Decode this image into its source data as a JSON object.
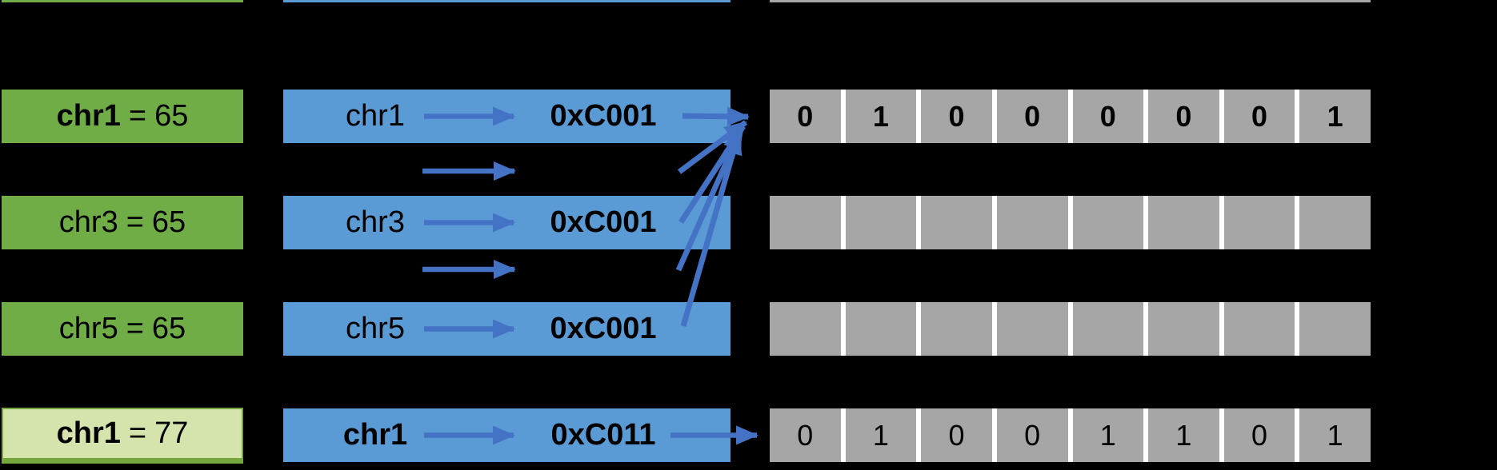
{
  "colors": {
    "background": "#000000",
    "variable_green": "#70AD47",
    "variable_green_light": "#D5E3AC",
    "variable_green_border": "#76A73F",
    "pointer_blue": "#5B9BD5",
    "memory_gray": "#A6A6A6",
    "arrow_blue": "#4472C4",
    "separator_white": "#FFFFFF",
    "text_black": "#000000"
  },
  "rows": [
    {
      "variable": {
        "name": "chr1",
        "eq": "=",
        "value": "65"
      },
      "pointer": {
        "label": "chr1",
        "address": "0xC001"
      },
      "memory": {
        "bits": [
          "0",
          "1",
          "0",
          "0",
          "0",
          "0",
          "0",
          "1"
        ]
      }
    },
    {
      "variable": {
        "name": "chr3",
        "eq": "=",
        "value": "65"
      },
      "pointer": {
        "label": "chr3",
        "address": "0xC001"
      },
      "memory": {
        "bits": [
          "",
          "",
          "",
          "",
          "",
          "",
          "",
          ""
        ]
      }
    },
    {
      "variable": {
        "name": "chr5",
        "eq": "=",
        "value": "65"
      },
      "pointer": {
        "label": "chr5",
        "address": "0xC001"
      },
      "memory": {
        "bits": [
          "",
          "",
          "",
          "",
          "",
          "",
          "",
          ""
        ]
      }
    },
    {
      "variable": {
        "name": "chr1",
        "eq": "=",
        "value": "77"
      },
      "pointer": {
        "label": "chr1",
        "address": "0xC011"
      },
      "memory": {
        "bits": [
          "0",
          "1",
          "0",
          "0",
          "1",
          "1",
          "0",
          "1"
        ]
      }
    }
  ]
}
